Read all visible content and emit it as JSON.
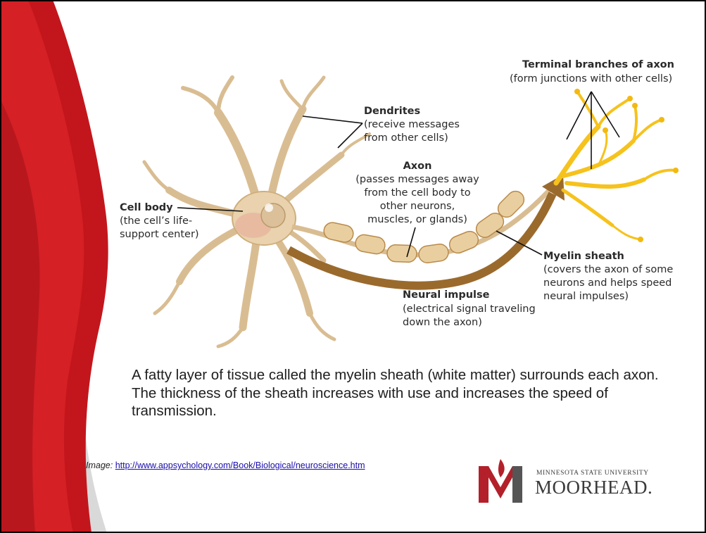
{
  "diagram": {
    "labels": {
      "terminal_title": "Terminal branches of axon",
      "terminal_desc": "(form junctions with other cells)",
      "dendrites_title": "Dendrites",
      "dendrites_desc_1": "(receive messages",
      "dendrites_desc_2": "from other cells)",
      "axon_title": "Axon",
      "axon_desc_1": "(passes messages away",
      "axon_desc_2": "from the cell body to",
      "axon_desc_3": "other neurons,",
      "axon_desc_4": "muscles, or glands)",
      "cell_body_title": "Cell body",
      "cell_body_desc_1": "(the cell’s life-",
      "cell_body_desc_2": "support center)",
      "myelin_title": "Myelin sheath",
      "myelin_desc_1": "(covers the axon of some",
      "myelin_desc_2": "neurons and helps speed",
      "myelin_desc_3": "neural impulses)",
      "impulse_title": "Neural impulse",
      "impulse_desc_1": "(electrical signal traveling",
      "impulse_desc_2": "down the axon)"
    },
    "colors": {
      "neuron": "#e9d2ad",
      "terminal": "#f6c21c",
      "impulse_arrow": "#9a6a2d"
    }
  },
  "body": {
    "line_1": "A fatty layer of tissue called the myelin sheath (white matter) surrounds each axon.",
    "line_2": "The thickness of the sheath increases with use and increases the speed of transmission."
  },
  "credit": {
    "prefix": "Image:",
    "url": "http://www.appsychology.com/Book/Biological/neuroscience.htm"
  },
  "logo": {
    "university": "MINNESOTA STATE UNIVERSITY",
    "campus": "MOORHEAD",
    "campus_mark": ".",
    "icon": "flame-m-logo-icon",
    "colors": {
      "red": "#b3202a",
      "gray": "#555555"
    }
  },
  "theme": {
    "accent_red": "#c3161c",
    "swoosh_gray": "#d9d9d9"
  }
}
